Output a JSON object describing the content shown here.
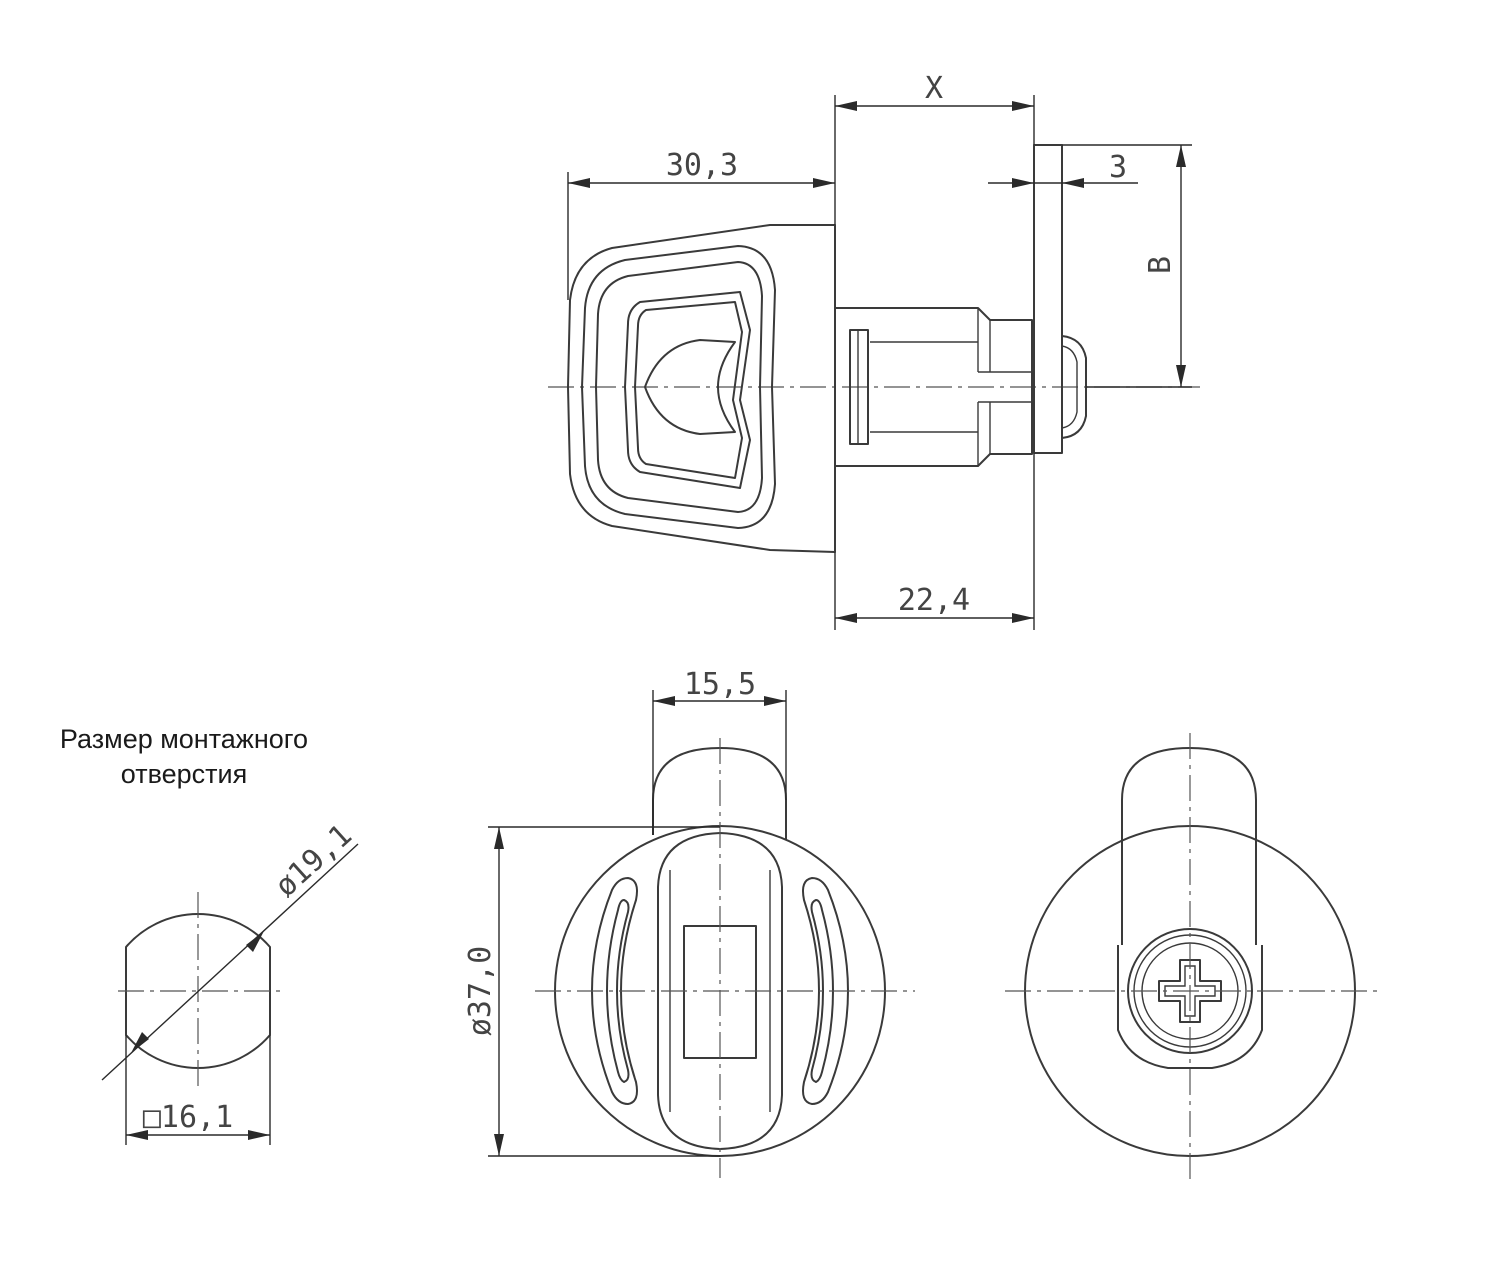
{
  "caption": {
    "line1": "Размер монтажного",
    "line2": "отверстия"
  },
  "dimensions": {
    "x": "X",
    "key_length": "30,3",
    "thickness": "3",
    "b": "B",
    "body_length": "22,4",
    "cam_width": "15,5",
    "diameter": "ø37,0",
    "hole_diameter": "ø19,1",
    "hole_flat": "□16,1"
  }
}
